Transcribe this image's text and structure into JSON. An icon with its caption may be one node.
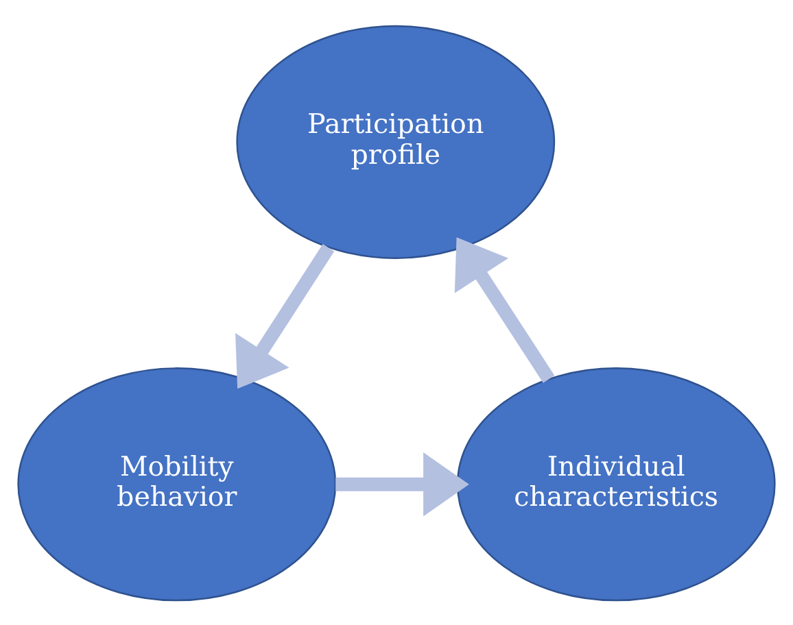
{
  "diagram": {
    "nodes": [
      {
        "text": [
          "Participation profile"
        ]
      },
      {
        "text": [
          "Mobility behavior"
        ]
      },
      {
        "text": [
          "Individual characteristics"
        ]
      }
    ],
    "edges": [
      {
        "from": 0,
        "to": 1,
        "arrow": "to"
      },
      {
        "from": 1,
        "to": 2,
        "arrow": "to"
      },
      {
        "from": 2,
        "to": 0,
        "arrow": "to"
      }
    ]
  }
}
